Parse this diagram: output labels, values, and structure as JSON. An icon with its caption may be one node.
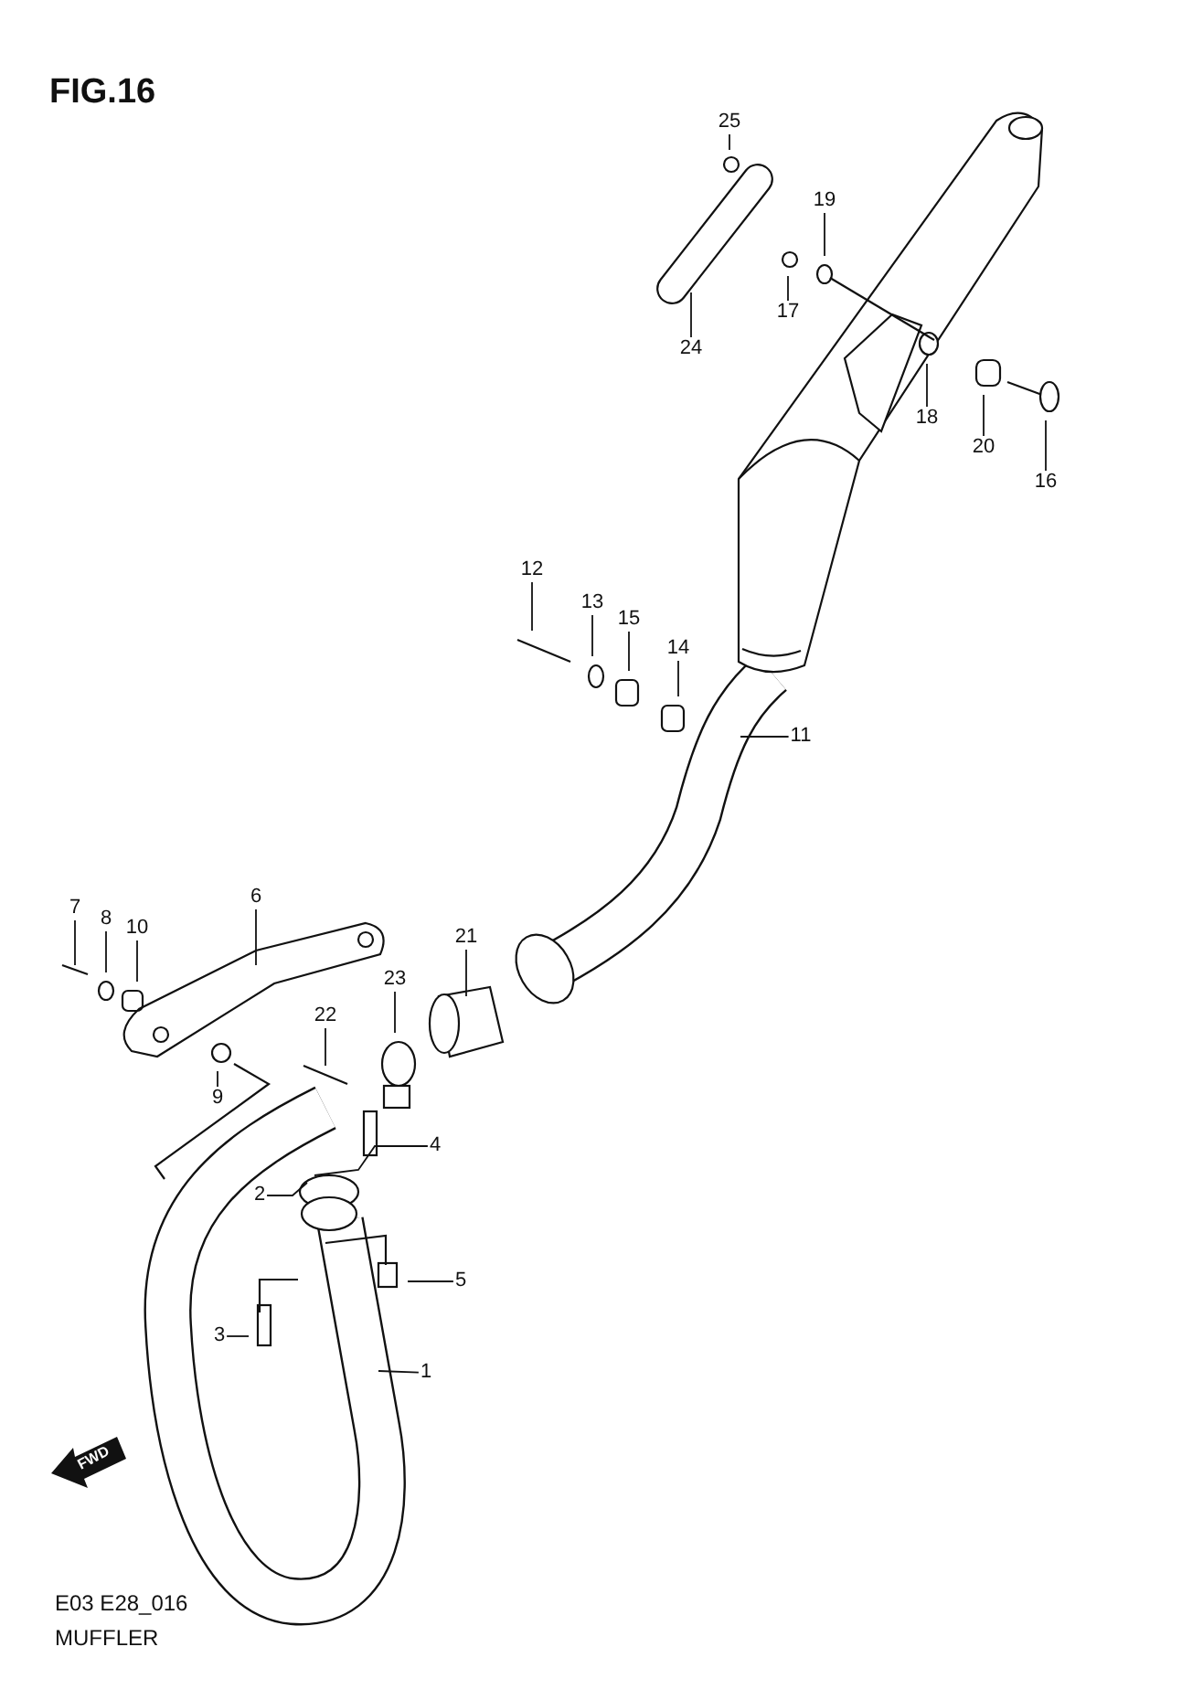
{
  "diagram": {
    "title": "FIG.16",
    "nodes": [
      {
        "text": [
          "25"
        ]
      },
      {
        "text": [
          "19"
        ]
      },
      {
        "text": [
          "17"
        ]
      },
      {
        "text": [
          "24"
        ]
      },
      {
        "text": [
          "18"
        ]
      },
      {
        "text": [
          "20"
        ]
      },
      {
        "text": [
          "16"
        ]
      },
      {
        "text": [
          "12"
        ]
      },
      {
        "text": [
          "13"
        ]
      },
      {
        "text": [
          "15"
        ]
      },
      {
        "text": [
          "14"
        ]
      },
      {
        "text": [
          "11"
        ]
      },
      {
        "text": [
          "6"
        ]
      },
      {
        "text": [
          "7"
        ]
      },
      {
        "text": [
          "8"
        ]
      },
      {
        "text": [
          "10"
        ]
      },
      {
        "text": [
          "21"
        ]
      },
      {
        "text": [
          "23"
        ]
      },
      {
        "text": [
          "22"
        ]
      },
      {
        "text": [
          "9"
        ]
      },
      {
        "text": [
          "4"
        ]
      },
      {
        "text": [
          "2"
        ]
      },
      {
        "text": [
          "5"
        ]
      },
      {
        "text": [
          "3"
        ]
      },
      {
        "text": [
          "1"
        ]
      }
    ],
    "edges": [
      {
        "from": 0,
        "to": null,
        "arrow": "none"
      },
      {
        "from": 1,
        "to": null,
        "arrow": "none"
      },
      {
        "from": 2,
        "to": null,
        "arrow": "none"
      },
      {
        "from": 3,
        "to": null,
        "arrow": "none"
      },
      {
        "from": 4,
        "to": null,
        "arrow": "none"
      },
      {
        "from": 5,
        "to": null,
        "arrow": "none"
      },
      {
        "from": 6,
        "to": null,
        "arrow": "none"
      },
      {
        "from": 7,
        "to": null,
        "arrow": "none"
      },
      {
        "from": 8,
        "to": null,
        "arrow": "none"
      },
      {
        "from": 9,
        "to": null,
        "arrow": "none"
      },
      {
        "from": 10,
        "to": null,
        "arrow": "none"
      },
      {
        "from": 11,
        "to": null,
        "arrow": "none"
      },
      {
        "from": 12,
        "to": null,
        "arrow": "none"
      },
      {
        "from": 13,
        "to": null,
        "arrow": "none"
      },
      {
        "from": 14,
        "to": null,
        "arrow": "none"
      },
      {
        "from": 15,
        "to": null,
        "arrow": "none"
      },
      {
        "from": 16,
        "to": null,
        "arrow": "none"
      },
      {
        "from": 17,
        "to": null,
        "arrow": "none"
      },
      {
        "from": 18,
        "to": null,
        "arrow": "none"
      },
      {
        "from": 19,
        "to": null,
        "arrow": "none"
      },
      {
        "from": 20,
        "to": null,
        "arrow": "none"
      },
      {
        "from": 21,
        "to": null,
        "arrow": "none"
      },
      {
        "from": 22,
        "to": null,
        "arrow": "none"
      },
      {
        "from": 23,
        "to": null,
        "arrow": "none"
      },
      {
        "from": 24,
        "to": null,
        "arrow": "none"
      }
    ],
    "labels": [
      "FWD",
      "E03 E28_016",
      "MUFFLER"
    ]
  }
}
